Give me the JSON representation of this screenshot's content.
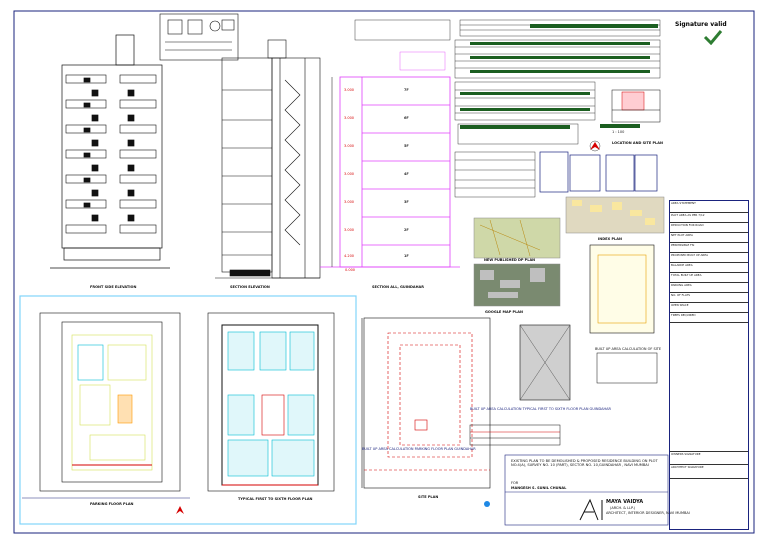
{
  "labels": {
    "front_elevation": "FRONT SIDE ELEVATION",
    "section_elevation": "SECTION ELEVATION",
    "section_guindahar": "SECTION ALL, GUINDAHAR",
    "parking_floor_plan": "PARKING FLOOR PLAN",
    "typical_floor_plan": "TYPICAL FIRST TO SIXTH FLOOR PLAN",
    "site_plan": "SITE PLAN",
    "google_map_plan": "GOOGLE MAP PLAN",
    "new_published_dp_plan": "NEW PUBLISHED DP PLAN",
    "location_site_plan": "LOCATION AND SITE PLAN",
    "index_plan": "INDEX PLAN",
    "built_up_area_typical": "BUILT UP AREA CALCULATION TYPICAL FIRST TO SIXTH FLOOR PLAN GUINDAHAR",
    "built_up_area_parking": "BUILT UP AREA CALCULATION PARKING FLOOR PLAN GUINDAHAR",
    "built_up_area_site": "BUILT UP AREA CALCULATION OF SITE",
    "existing_plot_text": "EXISTING PLAN TO BE DEMOLISHED & PROPOSED RESIDENCE BUILDING ON PLOT NO.4(A), SURVEY NO. 10 (PART), SECTOR NO. 10,GUINDAHAR , NAVI MUMBAI",
    "for_owner": "FOR",
    "owner": "MANGESH S. SUNIL CHUNAL",
    "architect": "MAYA VAIDYA",
    "architect_sub": "(ARCH. & LLP.)",
    "architect_addr": "ARCHITECT, INTERIOR DESIGNER, NAVI MUMBAI",
    "signature_valid": "Signature valid",
    "scale": "1 : 100",
    "level_ground": "0.000"
  },
  "floor_levels": [
    "7F",
    "6F",
    "5F",
    "4F",
    "3F",
    "2F",
    "1F"
  ],
  "dims": [
    "3.000",
    "3.000",
    "3.000",
    "3.000",
    "3.000",
    "3.000",
    "4.200"
  ],
  "colors": {
    "border": "#1a237e",
    "magenta": "#e040fb",
    "green": "#1b5e20",
    "cyan": "#00bcd4",
    "red": "#d50000",
    "yellow": "#fff59d",
    "black": "#111111"
  },
  "title_block": {
    "rows": [
      "AREA STATEMENT",
      "PLOT AREA AS PER 7/12",
      "DEDUCTION FOR ROAD",
      "NET PLOT AREA",
      "PERMISSIBLE FSI",
      "PROPOSED BUILT UP AREA",
      "BALANCE AREA",
      "TOTAL BUILT UP AREA",
      "PARKING AREA",
      "NO. OF FLATS",
      "OPEN SPACE",
      "TREES REQUIRED",
      "OWNERS SIGNATURE",
      "ARCHITECT SIGNATURE"
    ]
  }
}
